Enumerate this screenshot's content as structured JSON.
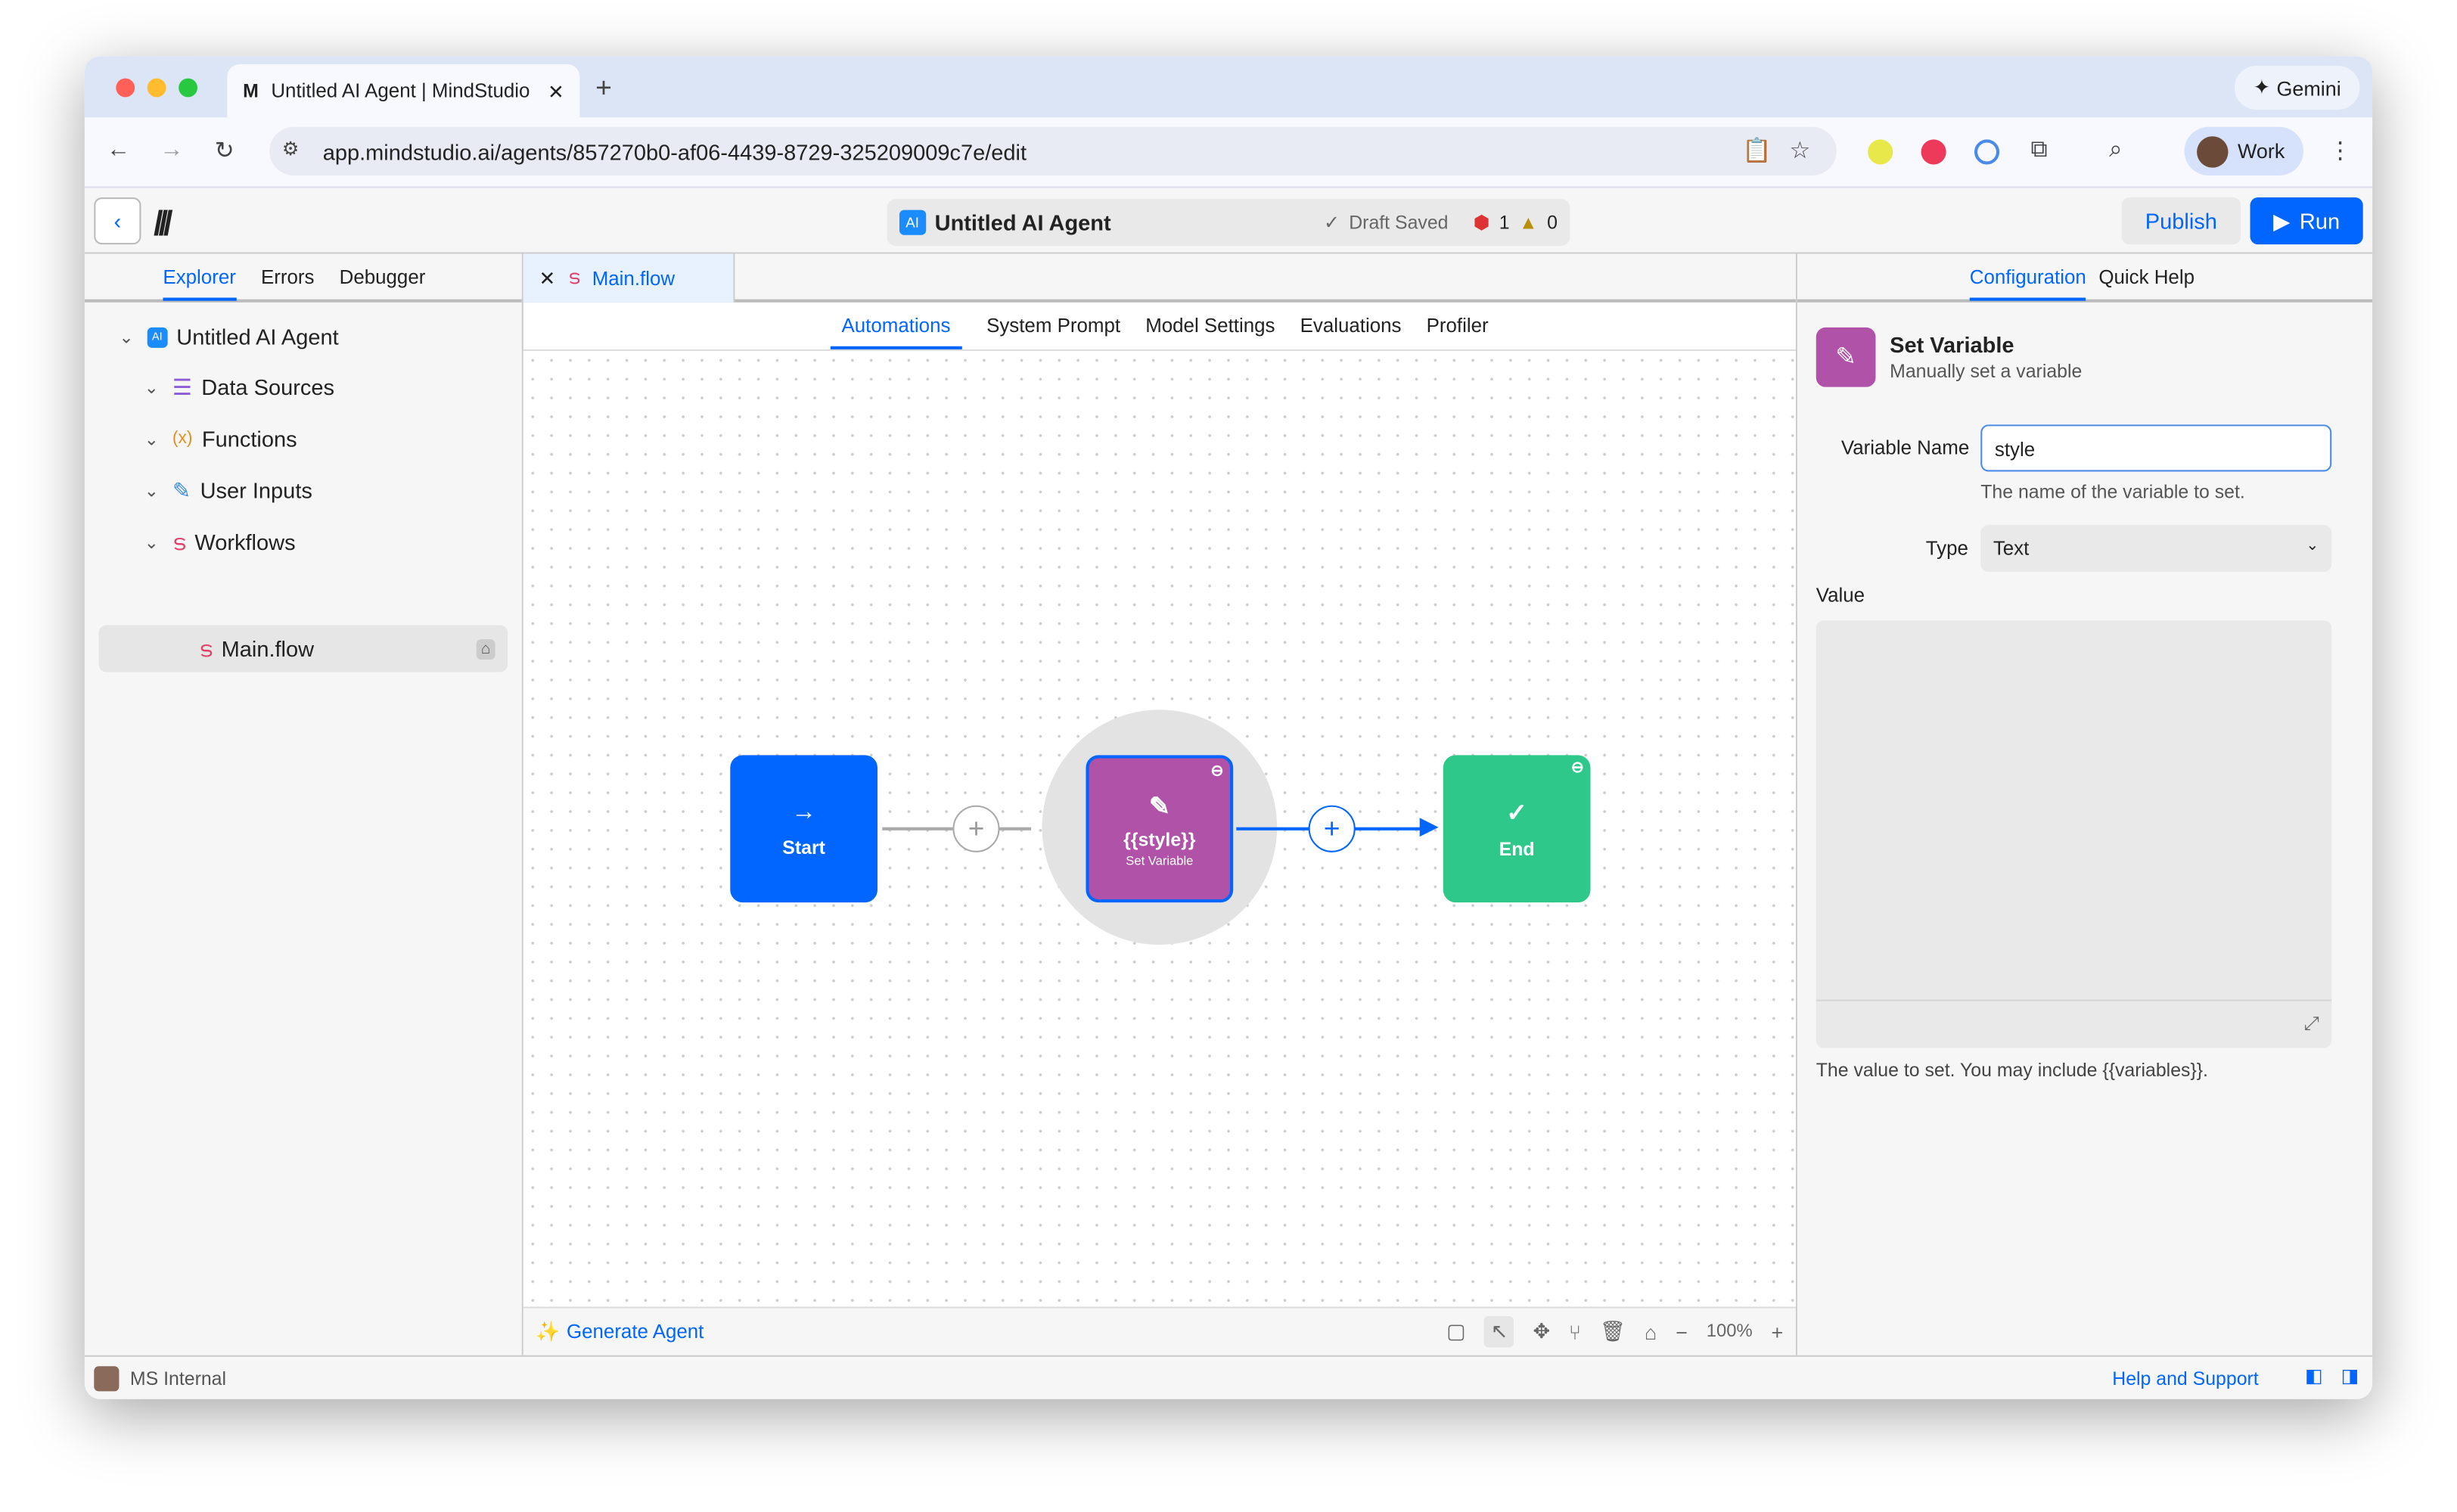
{
  "browser": {
    "tab_title": "Untitled AI Agent | MindStudio",
    "url": "app.mindstudio.ai/agents/857270b0-af06-4439-8729-325209009c7e/edit",
    "gemini_label": "Gemini",
    "profile_label": "Work"
  },
  "header": {
    "agent_badge": "AI",
    "agent_name": "Untitled AI Agent",
    "draft_status": "Draft Saved",
    "error_count": "1",
    "warning_count": "0",
    "publish_label": "Publish",
    "run_label": "Run"
  },
  "left_panel": {
    "tabs": [
      "Explorer",
      "Errors",
      "Debugger"
    ],
    "tree": [
      {
        "label": "Untitled AI Agent",
        "icon": "ai-badge-icon"
      },
      {
        "label": "Data Sources",
        "icon": "database-icon"
      },
      {
        "label": "Functions",
        "icon": "function-icon"
      },
      {
        "label": "User Inputs",
        "icon": "edit-icon"
      },
      {
        "label": "Workflows",
        "icon": "workflow-icon"
      },
      {
        "label": "Main.flow",
        "icon": "workflow-icon"
      }
    ]
  },
  "editor": {
    "open_file": "Main.flow",
    "tabs": [
      "Automations",
      "System Prompt",
      "Model Settings",
      "Evaluations",
      "Profiler"
    ],
    "nodes": {
      "start": "Start",
      "set_variable_title": "{{style}}",
      "set_variable_sub": "Set Variable",
      "end": "End"
    },
    "generate_label": "Generate Agent",
    "zoom": "100%"
  },
  "right_panel": {
    "tabs": [
      "Configuration",
      "Quick Help"
    ],
    "block_title": "Set Variable",
    "block_subtitle": "Manually set a variable",
    "variable_name_label": "Variable Name",
    "variable_name_value": "style",
    "variable_name_help": "The name of the variable to set.",
    "type_label": "Type",
    "type_value": "Text",
    "value_label": "Value",
    "value_help": "The value to set. You may include {{variables}}."
  },
  "status_bar": {
    "workspace": "MS Internal",
    "help": "Help and Support"
  },
  "colors": {
    "accent": "#0066ff",
    "set_variable": "#b052a8",
    "end": "#2ec98a"
  }
}
